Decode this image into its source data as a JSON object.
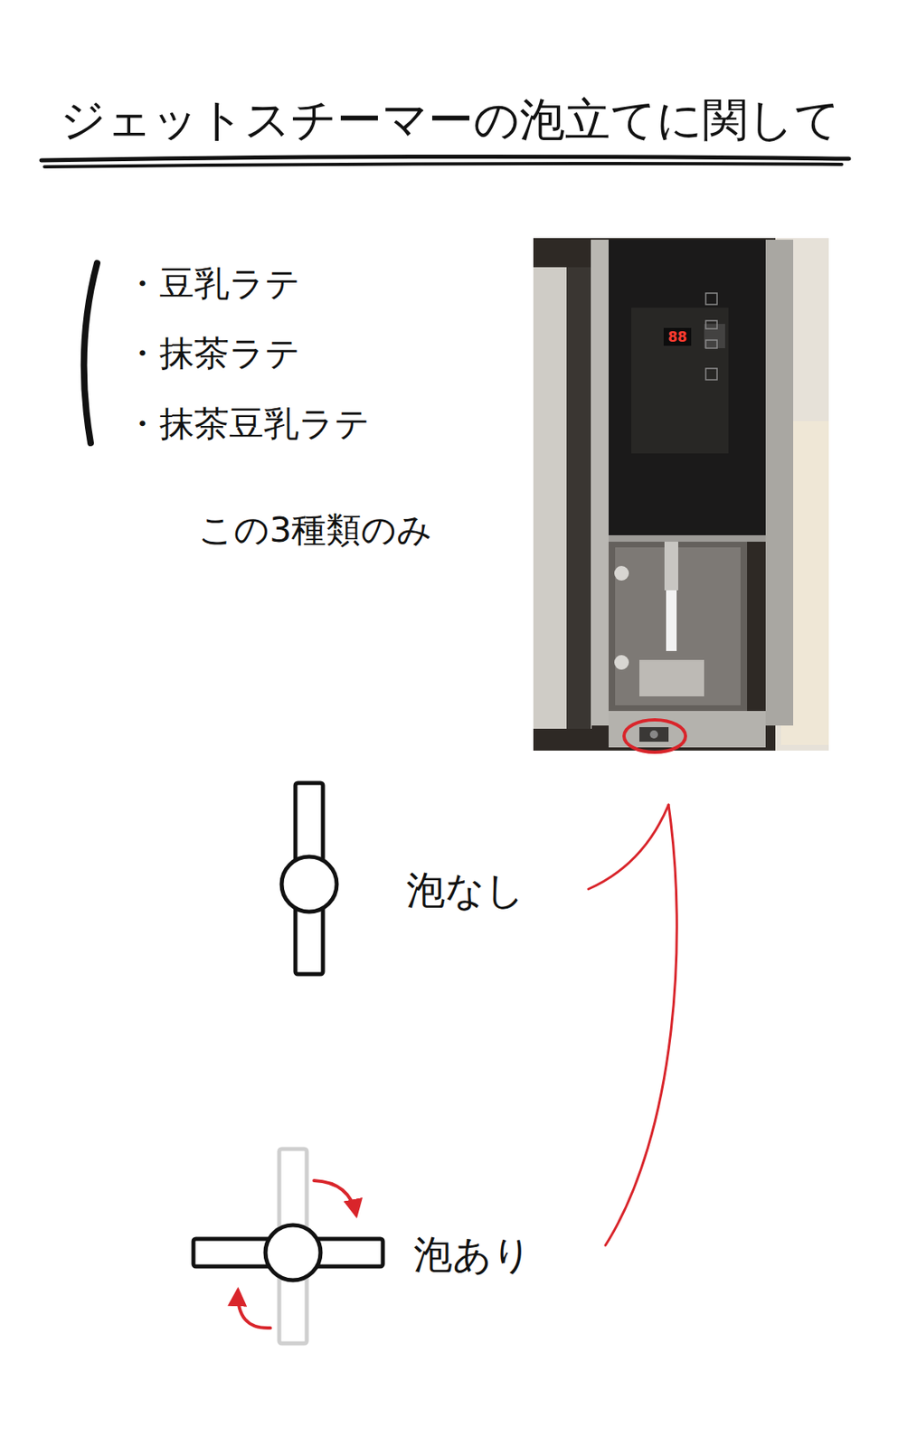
{
  "diagram": {
    "title": "ジェットスチーマーの泡立てに関して",
    "labels": [
      "・豆乳ラテ",
      "・抹茶ラテ",
      "・抹茶豆乳ラテ",
      "この3種類のみ",
      "泡なし",
      "泡あり",
      "88"
    ]
  }
}
